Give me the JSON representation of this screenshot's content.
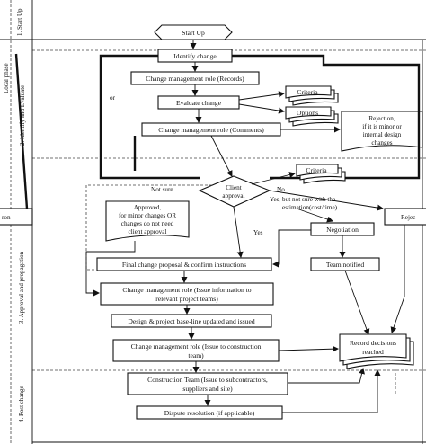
{
  "phases": [
    {
      "id": "start",
      "label": "1. Start Up"
    },
    {
      "id": "identify",
      "label": "2. Identify and Evaluate"
    },
    {
      "id": "approval",
      "label": "3. Approval and propagation"
    },
    {
      "id": "post",
      "label": "4. Post change"
    }
  ],
  "nodes": {
    "start_up": "Start Up",
    "identify_change": "Identify change",
    "cm_records": "Change management role (Records)",
    "evaluate_change": "Evaluate change",
    "criteria_1": "Criteria",
    "options": "Options",
    "cm_comments": "Change management role (Comments)",
    "rejection": [
      "Rejection,",
      "if it is minor or",
      "internal design",
      "changes"
    ],
    "client_approval": [
      "Client",
      "approval"
    ],
    "criteria_2": "Criteria",
    "approved_note": [
      "Approved,",
      "for minor changes OR",
      "changes do not need",
      "client approval"
    ],
    "negotiation": "Negotiation",
    "final_proposal": "Final change proposal & confirm instructions",
    "team_notified": "Team notified",
    "cm_issue": [
      "Change management role (Issue information to",
      "relevant project teams)"
    ],
    "design_baseline": "Design & project base-line updated and issued",
    "cm_construction": [
      "Change management role (Issue to construction",
      "team)"
    ],
    "record_decisions": [
      "Record decisions",
      "reached"
    ],
    "construction_team": [
      "Construction Team (Issue to subcontractors,",
      "suppliers and site)"
    ],
    "dispute": "Dispute resolution (if applicable)"
  },
  "edge_labels": {
    "not_sure": "Not sure",
    "no": "No",
    "yes_not_sure": [
      "Yes, but not sure with the",
      "estimation(cost/time)"
    ],
    "yes": "Yes",
    "partial_left": "or"
  },
  "cropped": {
    "local_phase": "Local phase",
    "left_box": "ron",
    "right_box": "Rejec"
  }
}
